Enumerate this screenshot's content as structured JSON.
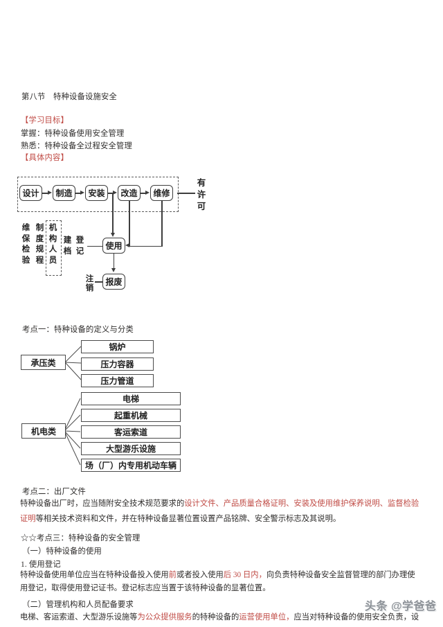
{
  "header": {
    "section_title": "第八节　特种设备设施安全",
    "objectives_header": "【学习目标】",
    "objective_lines": [
      "掌握：特种设备使用安全管理",
      "熟悉：特种设备全过程安全管理"
    ],
    "content_header": "【具体内容】"
  },
  "flow": {
    "top_boxes": [
      "设计",
      "制造",
      "安装",
      "改造",
      "维修"
    ],
    "license_label": "有许可",
    "side_columns": [
      "维保检验",
      "制度规程",
      "机构人员",
      "建档",
      "登记"
    ],
    "use_box": "使用",
    "cancel_label": "注销",
    "scrap_box": "报废"
  },
  "kaodian1": {
    "title": "考点一：特种设备的定义与分类",
    "trees": [
      {
        "category": "承压类",
        "items": [
          "锅炉",
          "压力容器",
          "压力管道"
        ]
      },
      {
        "category": "机电类",
        "items": [
          "电梯",
          "起重机械",
          "客运索道",
          "大型游乐设施",
          "场（厂）内专用机动车辆"
        ]
      }
    ]
  },
  "kaodian2": {
    "title": "考点二：出厂文件",
    "paragraph": [
      {
        "text": "特种设备出厂时，应当随附安全技术规范要求的",
        "red": false
      },
      {
        "text": "设计文件、产品质量合格证明、安装及使用维护保养说明、监督检验证明",
        "red": true
      },
      {
        "text": "等相关技术资料和文件，并在特种设备显著位置设置产品铭牌、安全警示标志及其说明。",
        "red": false
      }
    ]
  },
  "kaodian3": {
    "title": "☆☆考点三：特种设备的安全管理",
    "sub1": "（一）特种设备的使用",
    "item1": "1. 使用登记",
    "para1": [
      {
        "text": "特种设备使用单位应当在特种设备投入使用",
        "red": false
      },
      {
        "text": "前",
        "red": true
      },
      {
        "text": "或者投入使用",
        "red": false
      },
      {
        "text": "后 30 日内，",
        "red": true
      },
      {
        "text": "向负责特种设备安全监督管理的部门办理使用登记，取得使用登记证书。登记标志应当置于该特种设备的显著位置。",
        "red": false
      }
    ],
    "sub2": "（二）管理机构和人员配备要求",
    "para2": [
      {
        "text": "电梯、客运索道、大型游乐设施等",
        "red": false
      },
      {
        "text": "为公众提供服务",
        "red": true
      },
      {
        "text": "的特种设备的",
        "red": false
      },
      {
        "text": "运营使用单位，",
        "red": true
      },
      {
        "text": "应当对特种设备的使用安全负责，设",
        "red": false
      }
    ]
  },
  "watermark": "头条 @学爸爸",
  "colors": {
    "highlight_red": "#c04b45",
    "body_text": "#2e2c2b",
    "diagram_line": "#3d3d3d",
    "watermark_gray": "#8d9298",
    "background": "#ffffff"
  }
}
